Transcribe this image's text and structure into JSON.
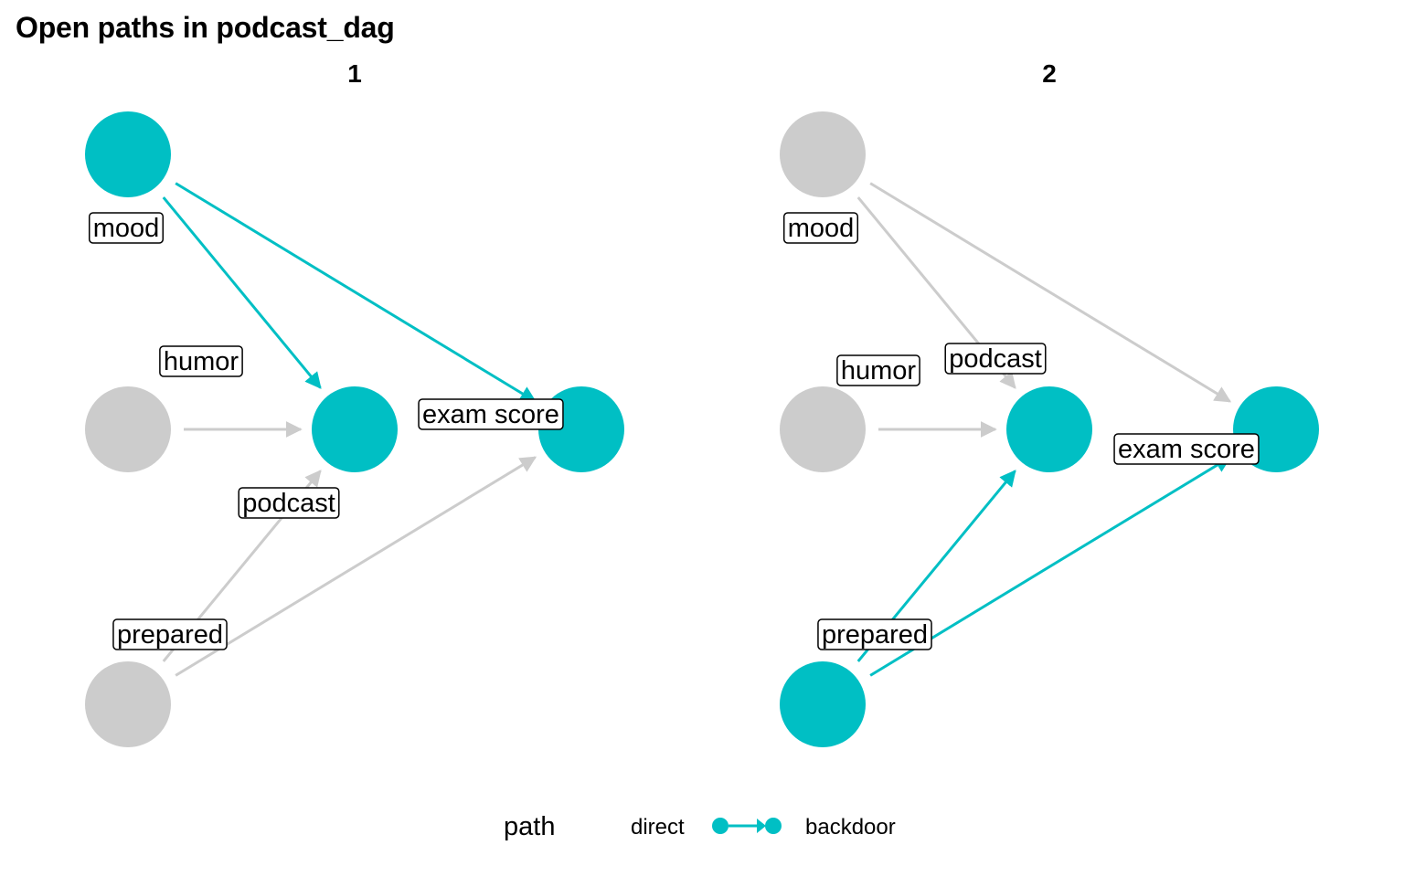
{
  "title": "Open paths in podcast_dag",
  "colors": {
    "active": "#00BFC4",
    "inactive": "#CCCCCC"
  },
  "legend": {
    "title": "path",
    "labels": [
      "direct",
      "backdoor"
    ]
  },
  "facets": [
    {
      "title": "1",
      "nodes": [
        {
          "id": "mood",
          "label": "mood",
          "active": true
        },
        {
          "id": "humor",
          "label": "humor",
          "active": false
        },
        {
          "id": "podcast",
          "label": "podcast",
          "active": true
        },
        {
          "id": "exam",
          "label": "exam score",
          "active": true
        },
        {
          "id": "prepared",
          "label": "prepared",
          "active": false
        }
      ],
      "edges": [
        {
          "from": "mood",
          "to": "podcast",
          "active": true
        },
        {
          "from": "mood",
          "to": "exam",
          "active": true
        },
        {
          "from": "humor",
          "to": "podcast",
          "active": false
        },
        {
          "from": "prepared",
          "to": "podcast",
          "active": false
        },
        {
          "from": "prepared",
          "to": "exam",
          "active": false
        }
      ]
    },
    {
      "title": "2",
      "nodes": [
        {
          "id": "mood",
          "label": "mood",
          "active": false
        },
        {
          "id": "humor",
          "label": "humor",
          "active": false
        },
        {
          "id": "podcast",
          "label": "podcast",
          "active": true
        },
        {
          "id": "exam",
          "label": "exam score",
          "active": true
        },
        {
          "id": "prepared",
          "label": "prepared",
          "active": true
        }
      ],
      "edges": [
        {
          "from": "mood",
          "to": "podcast",
          "active": false
        },
        {
          "from": "mood",
          "to": "exam",
          "active": false
        },
        {
          "from": "humor",
          "to": "podcast",
          "active": false
        },
        {
          "from": "prepared",
          "to": "podcast",
          "active": true
        },
        {
          "from": "prepared",
          "to": "exam",
          "active": true
        }
      ]
    }
  ]
}
